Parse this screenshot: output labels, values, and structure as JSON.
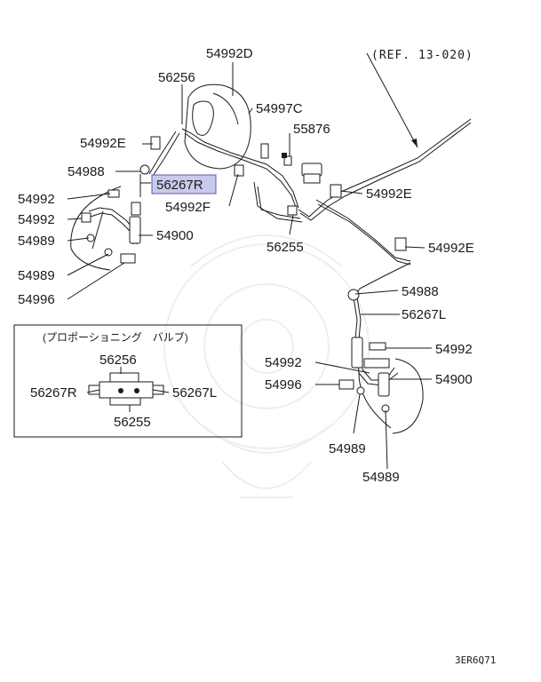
{
  "diagram": {
    "ref_label": "(REF. 13-020)",
    "code": "3ER6Q71",
    "highlighted_part": "56267R",
    "colors": {
      "highlight_fill": "#c9c9ee",
      "highlight_stroke": "#5a5aa8",
      "line": "#1a1a1a",
      "watermark": "#eeeeee"
    },
    "callouts": {
      "c54992D": "54992D",
      "c56256_top": "56256",
      "c54997C": "54997C",
      "c54992E_a": "54992E",
      "c55876": "55876",
      "c54988_l": "54988",
      "c56267R": "56267R",
      "c54992E_b": "54992E",
      "c54992_l1": "54992",
      "c54992F": "54992F",
      "c54992_l2": "54992",
      "c54900_l": "54900",
      "c54989_l1": "54989",
      "c56255_top": "56255",
      "c54992E_c": "54992E",
      "c54989_l2": "54989",
      "c54988_r": "54988",
      "c54996_l": "54996",
      "c56267L": "56267L",
      "c54992_r1": "54992",
      "c54992_r2": "54992",
      "c54900_r": "54900",
      "c54996_r": "54996",
      "c54989_r1": "54989",
      "c54989_r2": "54989"
    },
    "inset": {
      "title": "(プロポーショニング　バルブ)",
      "top": "56256",
      "left": "56267R",
      "right": "56267L",
      "bottom": "56255"
    }
  }
}
